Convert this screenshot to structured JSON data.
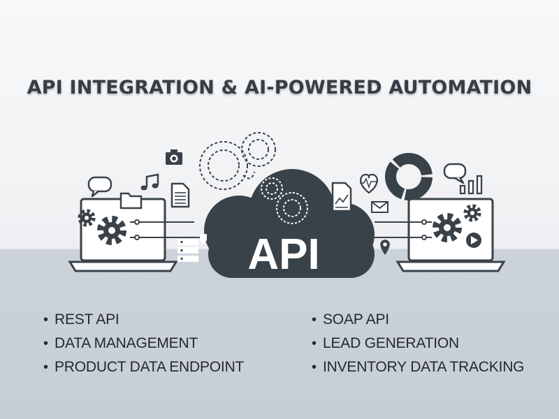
{
  "title": "API INTEGRATION & AI-POWERED AUTOMATION",
  "hero": {
    "cloud_label": "API",
    "icons": [
      "camera-icon",
      "music-note-icon",
      "document-icon",
      "folder-icon",
      "chat-bubble-icon",
      "server-icon",
      "gear-icon",
      "heart-rate-icon",
      "mail-icon",
      "location-pin-icon",
      "pie-chart-icon",
      "bar-chart-icon",
      "play-icon",
      "laptop-icon"
    ]
  },
  "features": {
    "left": [
      "REST API",
      "DATA MANAGEMENT",
      "PRODUCT DATA ENDPOINT"
    ],
    "right": [
      "SOAP API",
      "LEAD GENERATION",
      "INVENTORY DATA TRACKING"
    ]
  },
  "colors": {
    "dark": "#3a4249",
    "top_background": "#f3f4f6",
    "bottom_background": "#c9d0d8",
    "text": "#23292e"
  }
}
